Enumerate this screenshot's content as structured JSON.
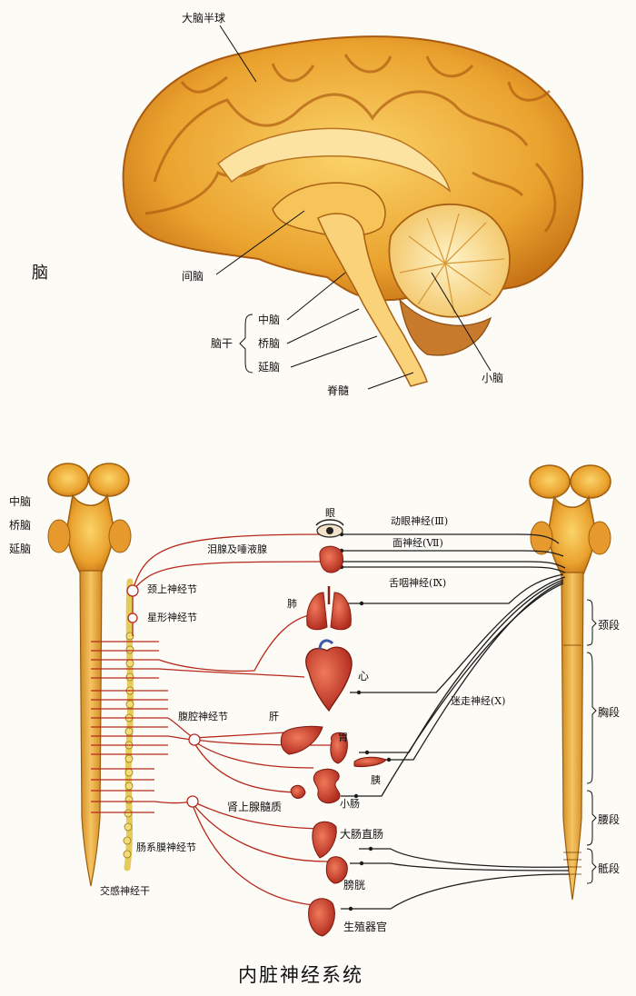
{
  "brain": {
    "side_label": "脑",
    "cerebrum": "大脑半球",
    "diencephalon": "间脑",
    "brainstem": "脑干",
    "midbrain": "中脑",
    "pons": "桥脑",
    "medulla": "延脑",
    "spinal_cord": "脊髓",
    "cerebellum": "小脑"
  },
  "left_stem": {
    "midbrain": "中脑",
    "pons": "桥脑",
    "medulla": "延脑"
  },
  "sympathetic": {
    "superior_cervical": "颈上神经节",
    "stellate": "星形神经节",
    "celiac": "腹腔神经节",
    "mesenteric": "肠系膜神经节",
    "trunk": "交感神经干"
  },
  "organs": {
    "eye": "眼",
    "glands": "泪腺及唾液腺",
    "lung": "肺",
    "heart": "心",
    "liver": "肝",
    "stomach": "胃",
    "pancreas": "胰",
    "adrenal": "肾上腺髓质",
    "small_intestine": "小肠",
    "colon": "大肠直肠",
    "bladder": "膀胱",
    "genital": "生殖器官"
  },
  "cranial_nerves": {
    "oculomotor": "动眼神经(Ⅲ)",
    "facial": "面神经(Ⅶ)",
    "glossopharyngeal": "舌咽神经(Ⅸ)",
    "vagus": "迷走神经(Ⅹ)"
  },
  "segments": {
    "cervical": "颈段",
    "thoracic": "胸段",
    "lumbar": "腰段",
    "sacral": "骶段"
  },
  "figure_title": "内脏神经系统",
  "colors": {
    "sympathetic": "#b6281c",
    "parasympathetic": "#1c1c1c",
    "cord": "#e0a038",
    "brain": "#efb038",
    "organ": "#c8402e"
  }
}
